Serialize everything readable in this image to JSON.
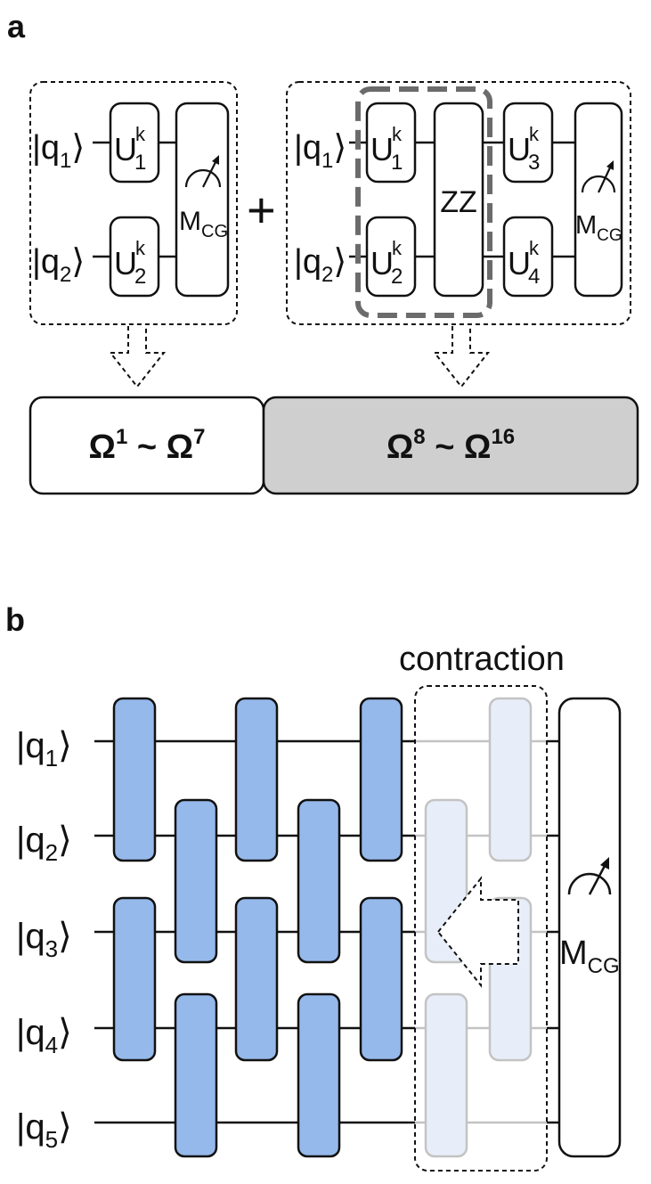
{
  "panel_a": {
    "label": "a",
    "left_circuit": {
      "qubits": [
        {
          "base": "q",
          "sub": "1"
        },
        {
          "base": "q",
          "sub": "2"
        }
      ],
      "gates": [
        {
          "base": "U",
          "sup": "k",
          "sub": "1"
        },
        {
          "base": "U",
          "sup": "k",
          "sub": "2"
        }
      ],
      "measure": {
        "base": "M",
        "sub": "CG"
      }
    },
    "plus": "+",
    "right_circuit": {
      "qubits": [
        {
          "base": "q",
          "sub": "1"
        },
        {
          "base": "q",
          "sub": "2"
        }
      ],
      "gates": [
        {
          "base": "U",
          "sup": "k",
          "sub": "1"
        },
        {
          "base": "U",
          "sup": "k",
          "sub": "2"
        },
        {
          "base": "U",
          "sup": "k",
          "sub": "3"
        },
        {
          "base": "U",
          "sup": "k",
          "sub": "4"
        }
      ],
      "entangler": "ZZ",
      "measure": {
        "base": "M",
        "sub": "CG"
      }
    },
    "omega_left": {
      "base": "Ω",
      "sup_from": "1",
      "tilde": "~",
      "sup_to": "7"
    },
    "omega_right": {
      "base": "Ω",
      "sup_from": "8",
      "tilde": "~",
      "sup_to": "16"
    }
  },
  "panel_b": {
    "label": "b",
    "contraction_label": "contraction",
    "qubits": [
      {
        "base": "q",
        "sub": "1"
      },
      {
        "base": "q",
        "sub": "2"
      },
      {
        "base": "q",
        "sub": "3"
      },
      {
        "base": "q",
        "sub": "4"
      },
      {
        "base": "q",
        "sub": "5"
      }
    ],
    "measure": {
      "base": "M",
      "sub": "CG"
    }
  },
  "colors": {
    "gate_fill": "#95b9ea",
    "gate_faded_fill": "#e8eef9",
    "faded_stroke": "#c3c3c3",
    "omega_right_fill": "#cfcfcf",
    "highlight_dash": "#6b6b6b"
  }
}
